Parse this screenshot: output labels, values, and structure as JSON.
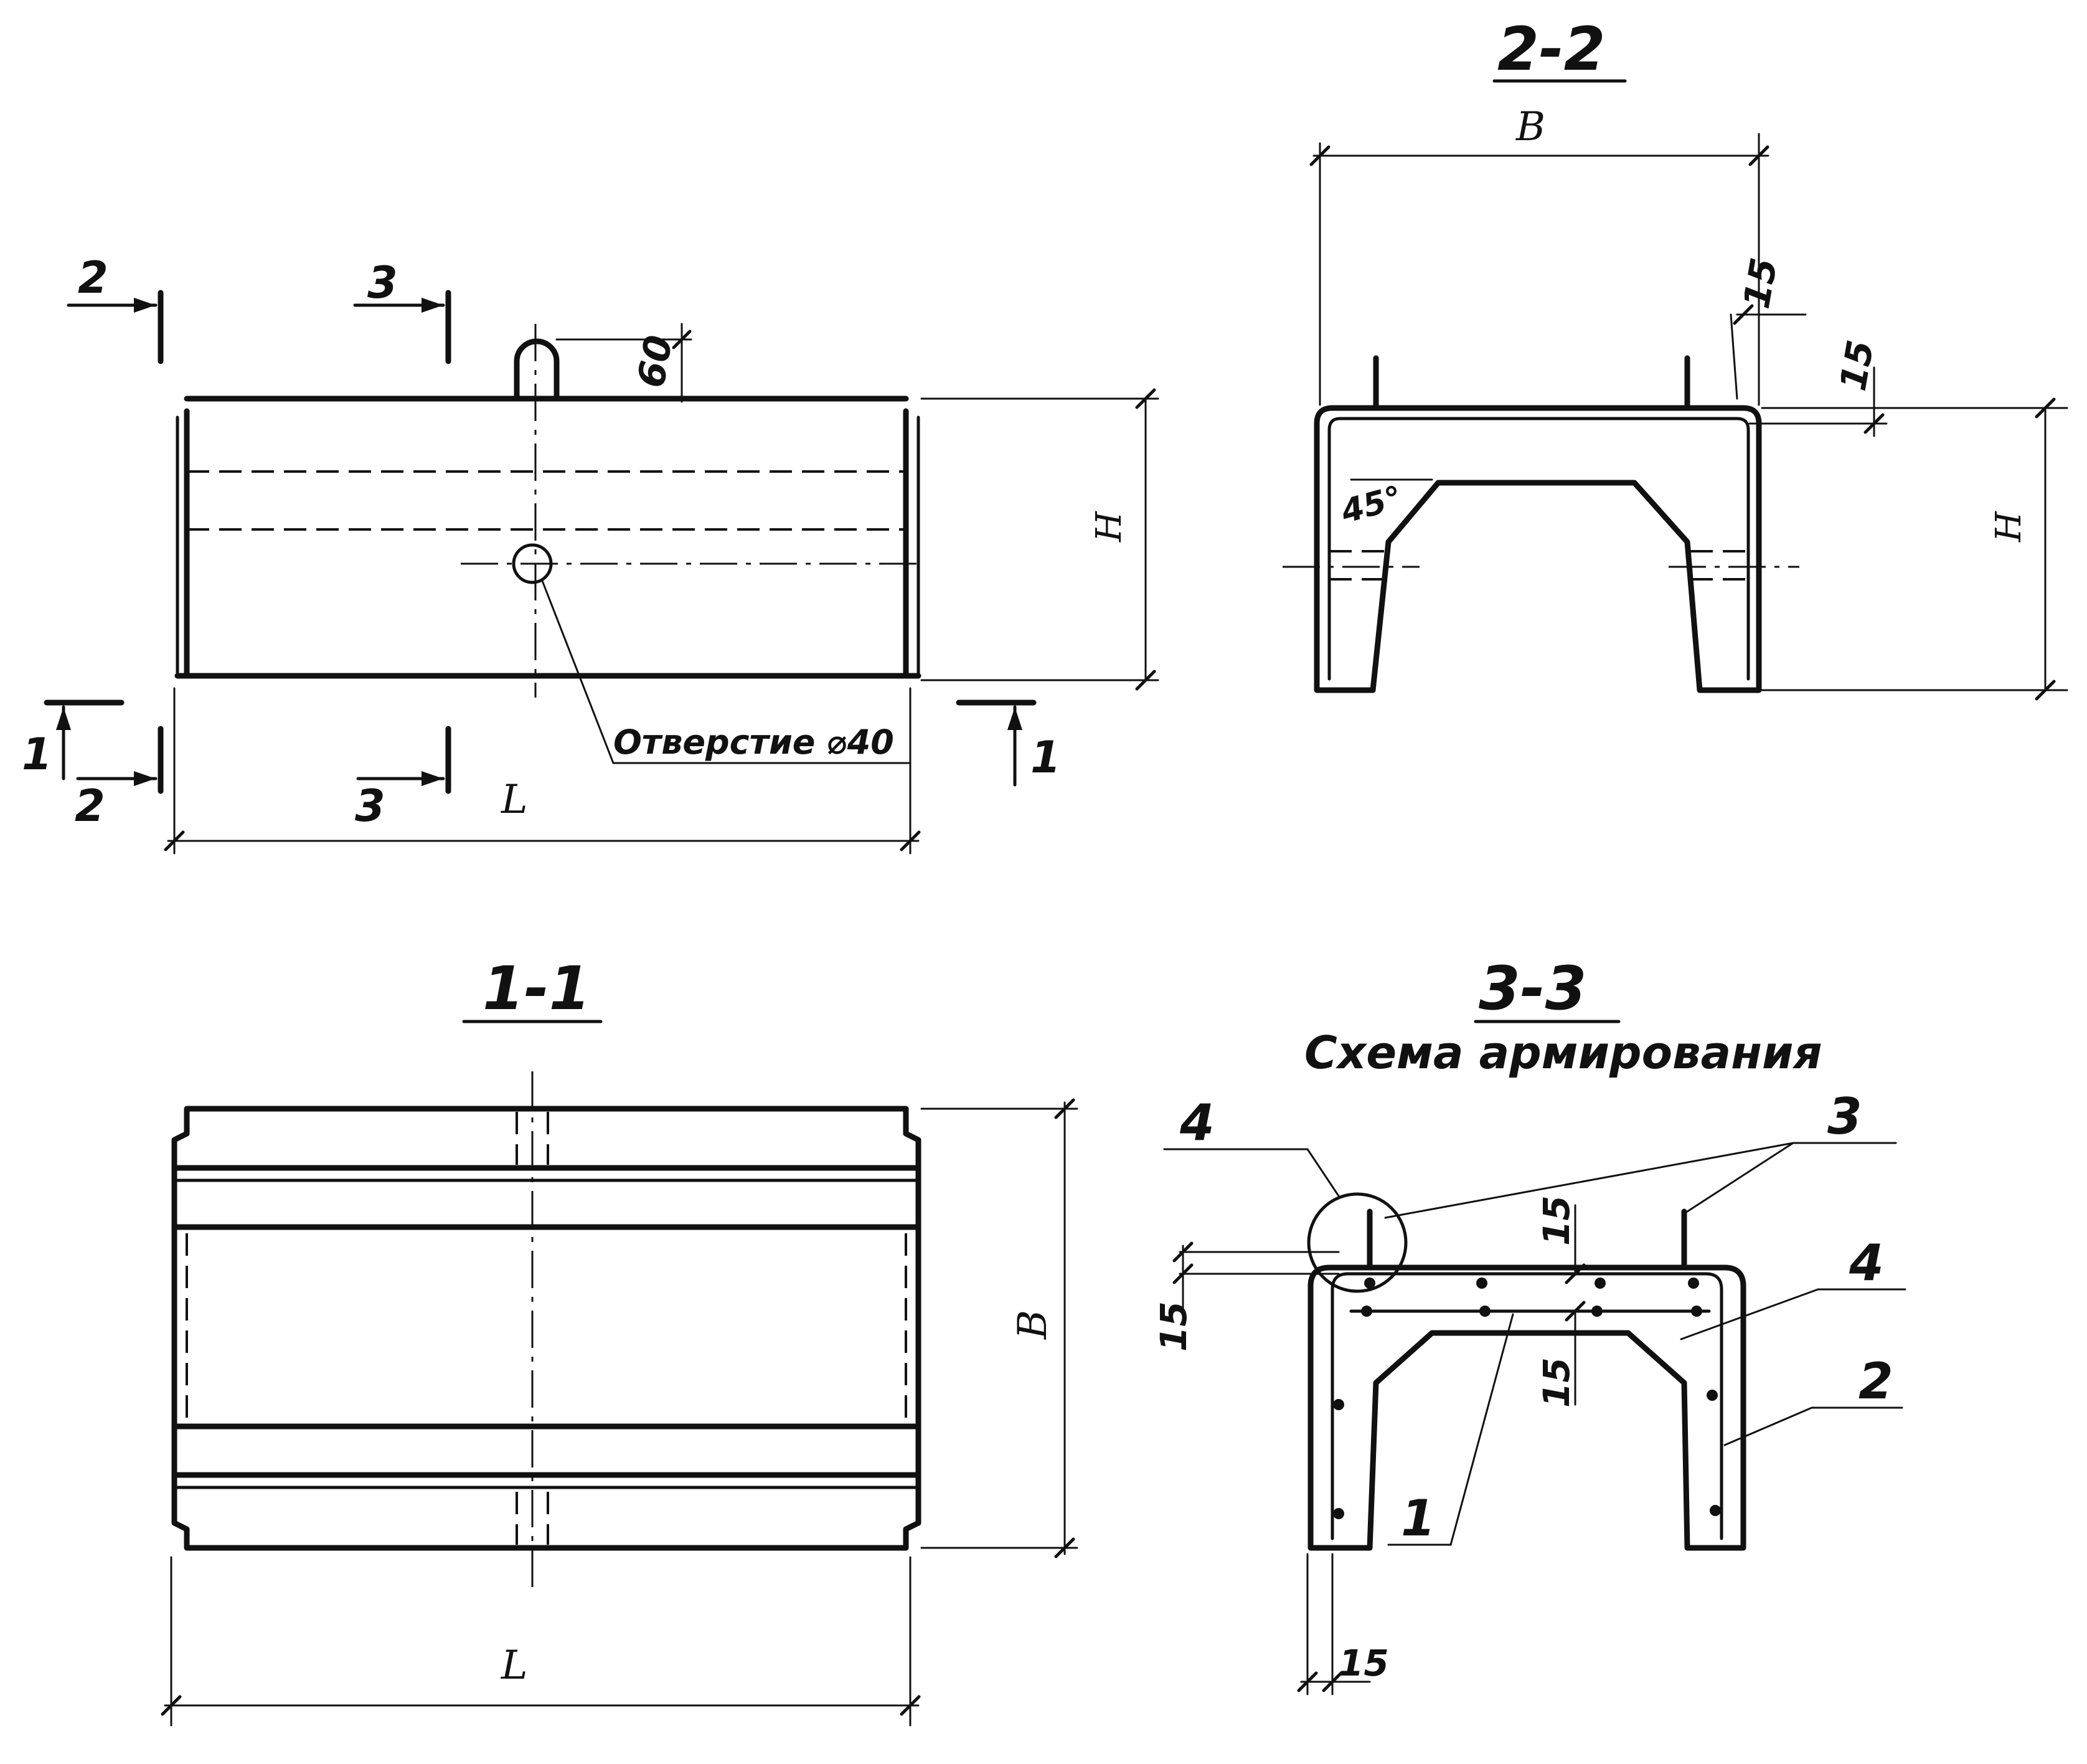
{
  "views": {
    "elevation": {
      "section_marks": {
        "s2": "2",
        "s3": "3",
        "s1": "1"
      },
      "dim_60": "60",
      "dim_H": "H",
      "dim_L": "L",
      "hole_note": "Отверстие ⌀40"
    },
    "section_2_2": {
      "title": "2-2",
      "dim_B": "B",
      "dim_H": "H",
      "dim_15_a": "15",
      "dim_15_b": "15",
      "angle": "45°"
    },
    "section_1_1": {
      "title": "1-1",
      "dim_B": "B",
      "dim_L": "L"
    },
    "section_3_3": {
      "title": "3-3",
      "subtitle": "Схема армирования",
      "dim_15_top": "15",
      "dim_15_left": "15",
      "dim_15_mid": "15",
      "dim_15_bottom": "15",
      "callouts": {
        "c1": "1",
        "c2": "2",
        "c3": "3",
        "c4_left": "4",
        "c4_right": "4"
      }
    }
  }
}
